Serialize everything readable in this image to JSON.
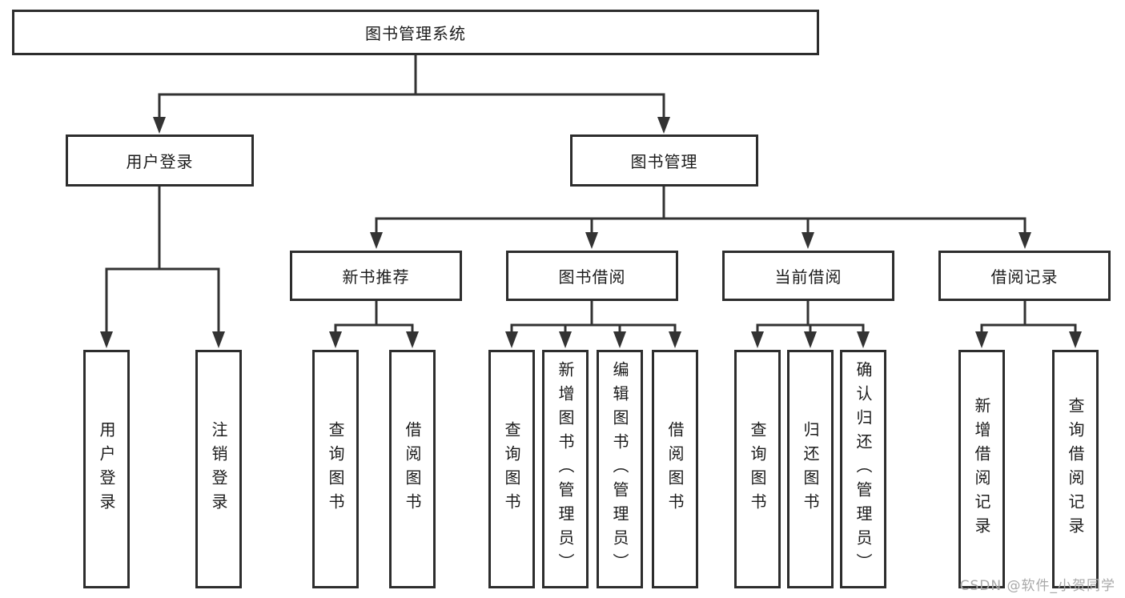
{
  "nodes": {
    "root": "图书管理系统",
    "user_login": "用户登录",
    "book_mgmt": "图书管理",
    "new_book_rec": "新书推荐",
    "book_borrow": "图书借阅",
    "current_borrow": "当前借阅",
    "borrow_records": "借阅记录",
    "leaf_user_login": "用户登录",
    "leaf_logout": "注销登录",
    "leaf_query_book_rec": "查询图书",
    "leaf_borrow_book_rec": "借阅图书",
    "leaf_query_book_borrow": "查询图书",
    "leaf_add_book": "新增图书（管理员）",
    "leaf_edit_book": "编辑图书（管理员）",
    "leaf_borrow_book_borrow": "借阅图书",
    "leaf_query_book_current": "查询图书",
    "leaf_return_book": "归还图书",
    "leaf_confirm_return": "确认归还（管理员）",
    "leaf_add_borrow_record": "新增借阅记录",
    "leaf_query_borrow_record": "查询借阅记录"
  },
  "watermark": "CSDN @软件_小贺同学",
  "colors": {
    "line": "#333333",
    "box_border": "#2d2d2d",
    "text": "#1c1c1c",
    "background": "#ffffff",
    "watermark": "#a9a9a9"
  }
}
